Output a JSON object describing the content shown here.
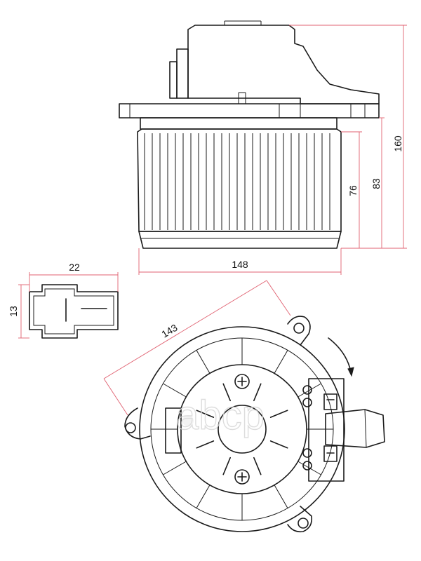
{
  "dimensions": {
    "height_total": "160",
    "height_motor": "83",
    "height_fan": "76",
    "width_fan": "148",
    "connector_width": "22",
    "connector_height": "13",
    "flange_span": "143"
  },
  "watermark": {
    "text": "abcp"
  },
  "colors": {
    "dimension_line": "#e06070",
    "outline": "#1a1a1a"
  }
}
